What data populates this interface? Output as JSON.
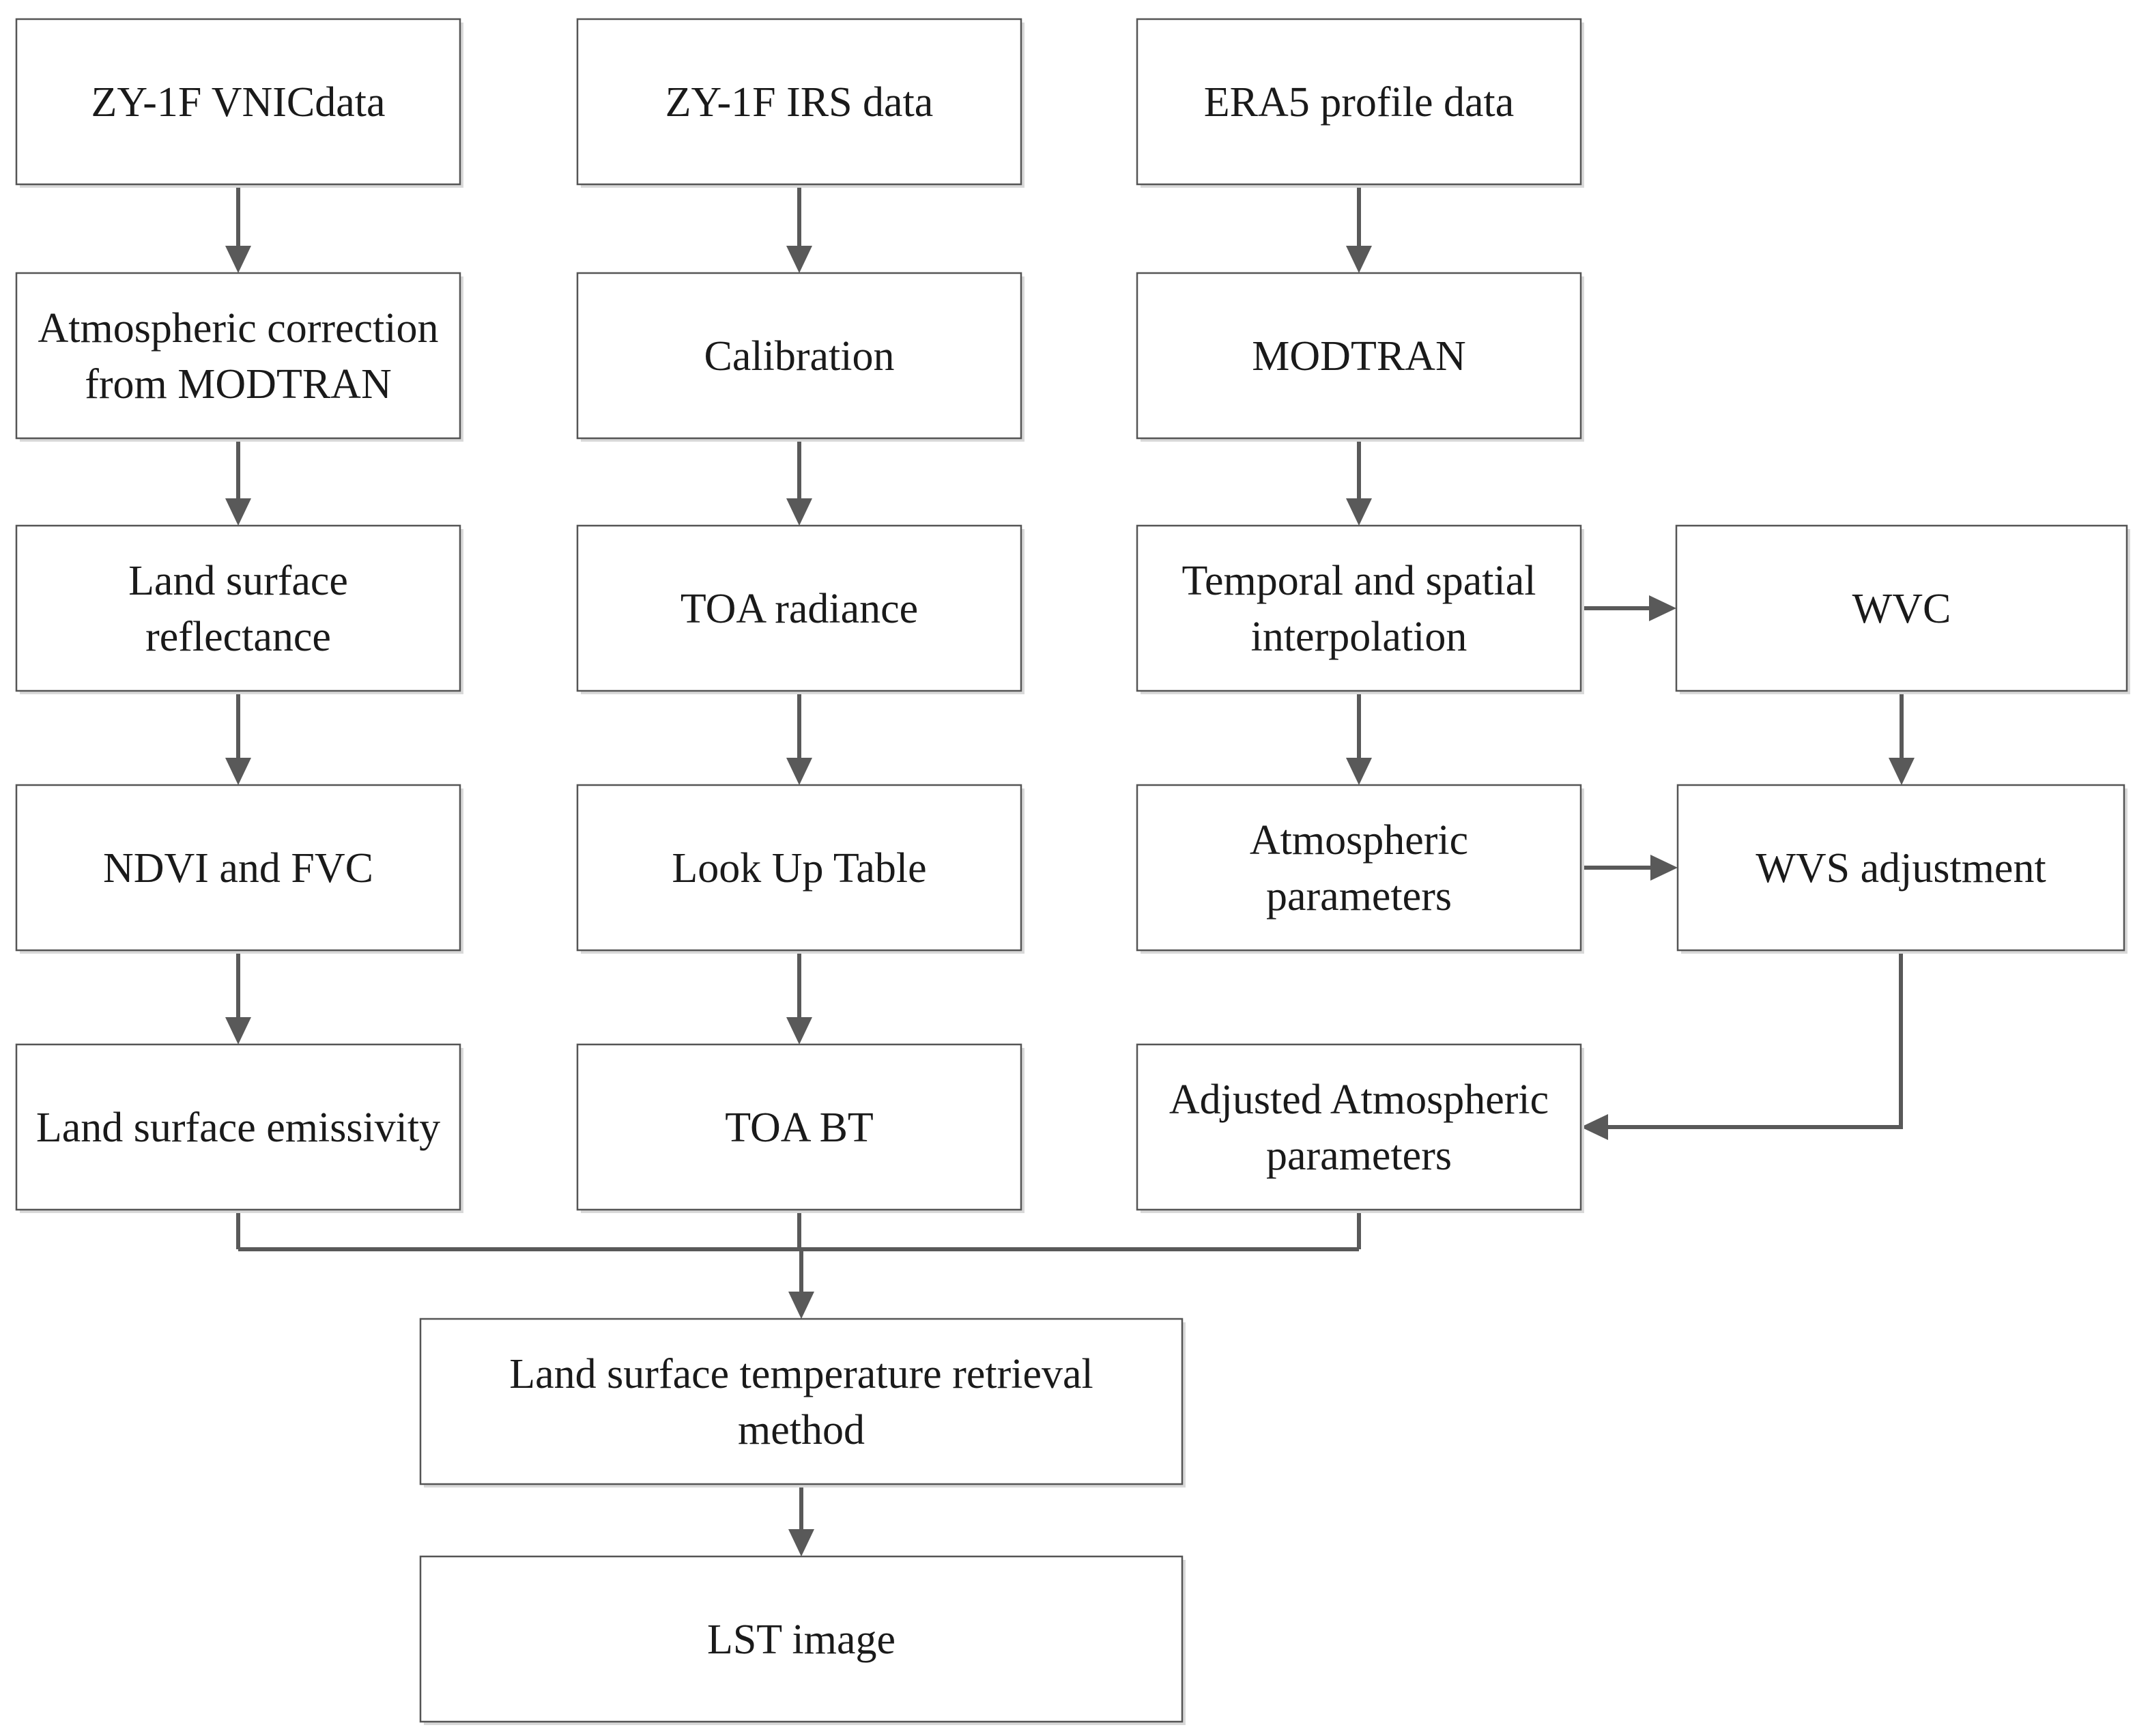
{
  "colors": {
    "box_stroke": "#555555",
    "box_shadow": "#d9d9d9",
    "arrow": "#595959",
    "text": "#1a1a1a",
    "background": "#ffffff"
  },
  "nodes": {
    "vnic_data": {
      "lines": [
        "ZY-1F VNICdata"
      ]
    },
    "irs_data": {
      "lines": [
        "ZY-1F IRS data"
      ]
    },
    "era5_profile": {
      "lines": [
        "ERA5 profile data"
      ]
    },
    "atm_correction": {
      "lines": [
        "Atmospheric correction",
        "from MODTRAN"
      ]
    },
    "calibration": {
      "lines": [
        "Calibration"
      ]
    },
    "modtran": {
      "lines": [
        "MODTRAN"
      ]
    },
    "land_reflectance": {
      "lines": [
        "Land surface",
        "reflectance"
      ]
    },
    "toa_radiance": {
      "lines": [
        "TOA radiance"
      ]
    },
    "interpolation": {
      "lines": [
        "Temporal and spatial",
        "interpolation"
      ]
    },
    "wvc": {
      "lines": [
        "WVC"
      ]
    },
    "ndvi_fvc": {
      "lines": [
        "NDVI and FVC"
      ]
    },
    "lut": {
      "lines": [
        "Look Up Table"
      ]
    },
    "atm_params": {
      "lines": [
        "Atmospheric",
        "parameters"
      ]
    },
    "wvs_adjustment": {
      "lines": [
        "WVS adjustment"
      ]
    },
    "emissivity": {
      "lines": [
        "Land surface emissivity"
      ]
    },
    "toa_bt": {
      "lines": [
        "TOA BT"
      ]
    },
    "adj_atm_params": {
      "lines": [
        "Adjusted Atmospheric",
        "parameters"
      ]
    },
    "lst_method": {
      "lines": [
        "Land surface temperature retrieval",
        "method"
      ]
    },
    "lst_image": {
      "lines": [
        "LST image"
      ]
    }
  },
  "edges": [
    {
      "from": "vnic_data",
      "to": "atm_correction"
    },
    {
      "from": "atm_correction",
      "to": "land_reflectance"
    },
    {
      "from": "land_reflectance",
      "to": "ndvi_fvc"
    },
    {
      "from": "ndvi_fvc",
      "to": "emissivity"
    },
    {
      "from": "irs_data",
      "to": "calibration"
    },
    {
      "from": "calibration",
      "to": "toa_radiance"
    },
    {
      "from": "toa_radiance",
      "to": "lut"
    },
    {
      "from": "lut",
      "to": "toa_bt"
    },
    {
      "from": "era5_profile",
      "to": "modtran"
    },
    {
      "from": "modtran",
      "to": "interpolation"
    },
    {
      "from": "interpolation",
      "to": "atm_params"
    },
    {
      "from": "interpolation",
      "to": "wvc"
    },
    {
      "from": "wvc",
      "to": "wvs_adjustment"
    },
    {
      "from": "atm_params",
      "to": "wvs_adjustment"
    },
    {
      "from": "wvs_adjustment",
      "to": "adj_atm_params"
    },
    {
      "from": "emissivity",
      "to": "lst_method"
    },
    {
      "from": "toa_bt",
      "to": "lst_method"
    },
    {
      "from": "adj_atm_params",
      "to": "lst_method"
    },
    {
      "from": "lst_method",
      "to": "lst_image"
    }
  ]
}
